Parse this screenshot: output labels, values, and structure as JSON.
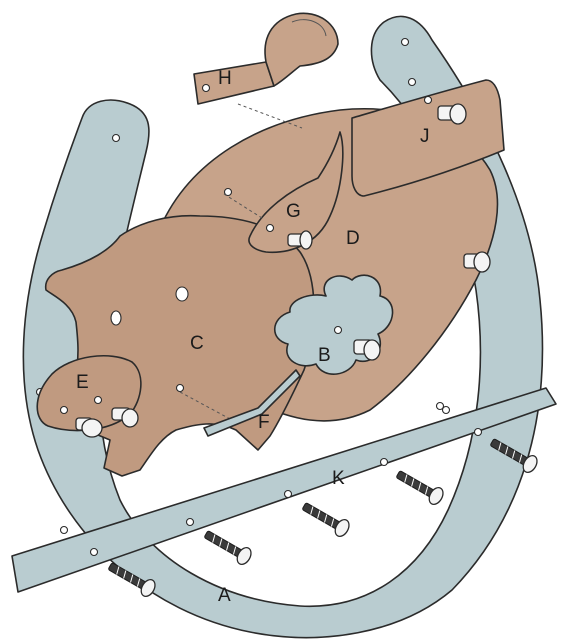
{
  "labels": {
    "A": "A",
    "B": "B",
    "C": "C",
    "D": "D",
    "E": "E",
    "F": "F",
    "G": "G",
    "H": "H",
    "J": "J",
    "K": "K"
  },
  "colors": {
    "horseshoe": "#b9ccd0",
    "wood_parts": "#c09a80",
    "outline": "#2b2b2b"
  }
}
